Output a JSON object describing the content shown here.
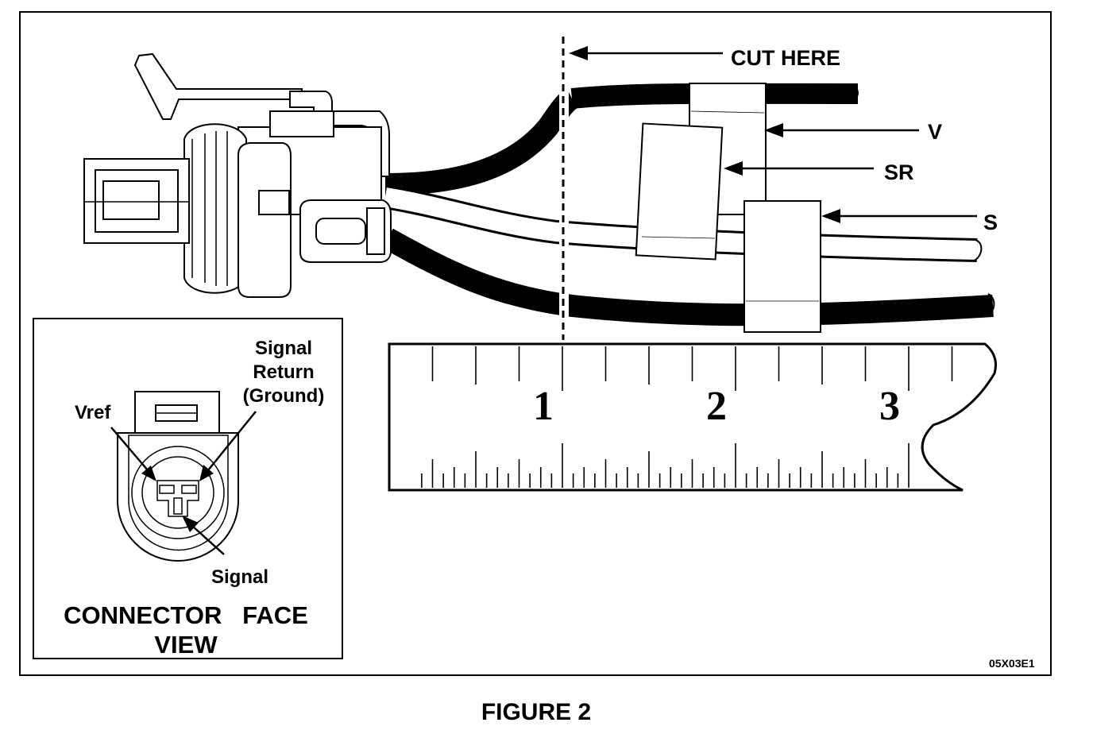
{
  "callouts": {
    "cut_here": "CUT HERE",
    "v": "V",
    "sr": "SR",
    "s": "S"
  },
  "ruler": {
    "numbers": [
      "1",
      "2",
      "3"
    ]
  },
  "inset": {
    "signal_return_line1": "Signal",
    "signal_return_line2": "Return",
    "signal_return_line3": "(Ground)",
    "vref": "Vref",
    "signal": "Signal",
    "title_line1": "CONNECTOR   FACE",
    "title_line2": "VIEW"
  },
  "figure_code": "05X03E1",
  "caption": "FIGURE 2",
  "colors": {
    "ink": "#000000",
    "paper": "#ffffff"
  }
}
